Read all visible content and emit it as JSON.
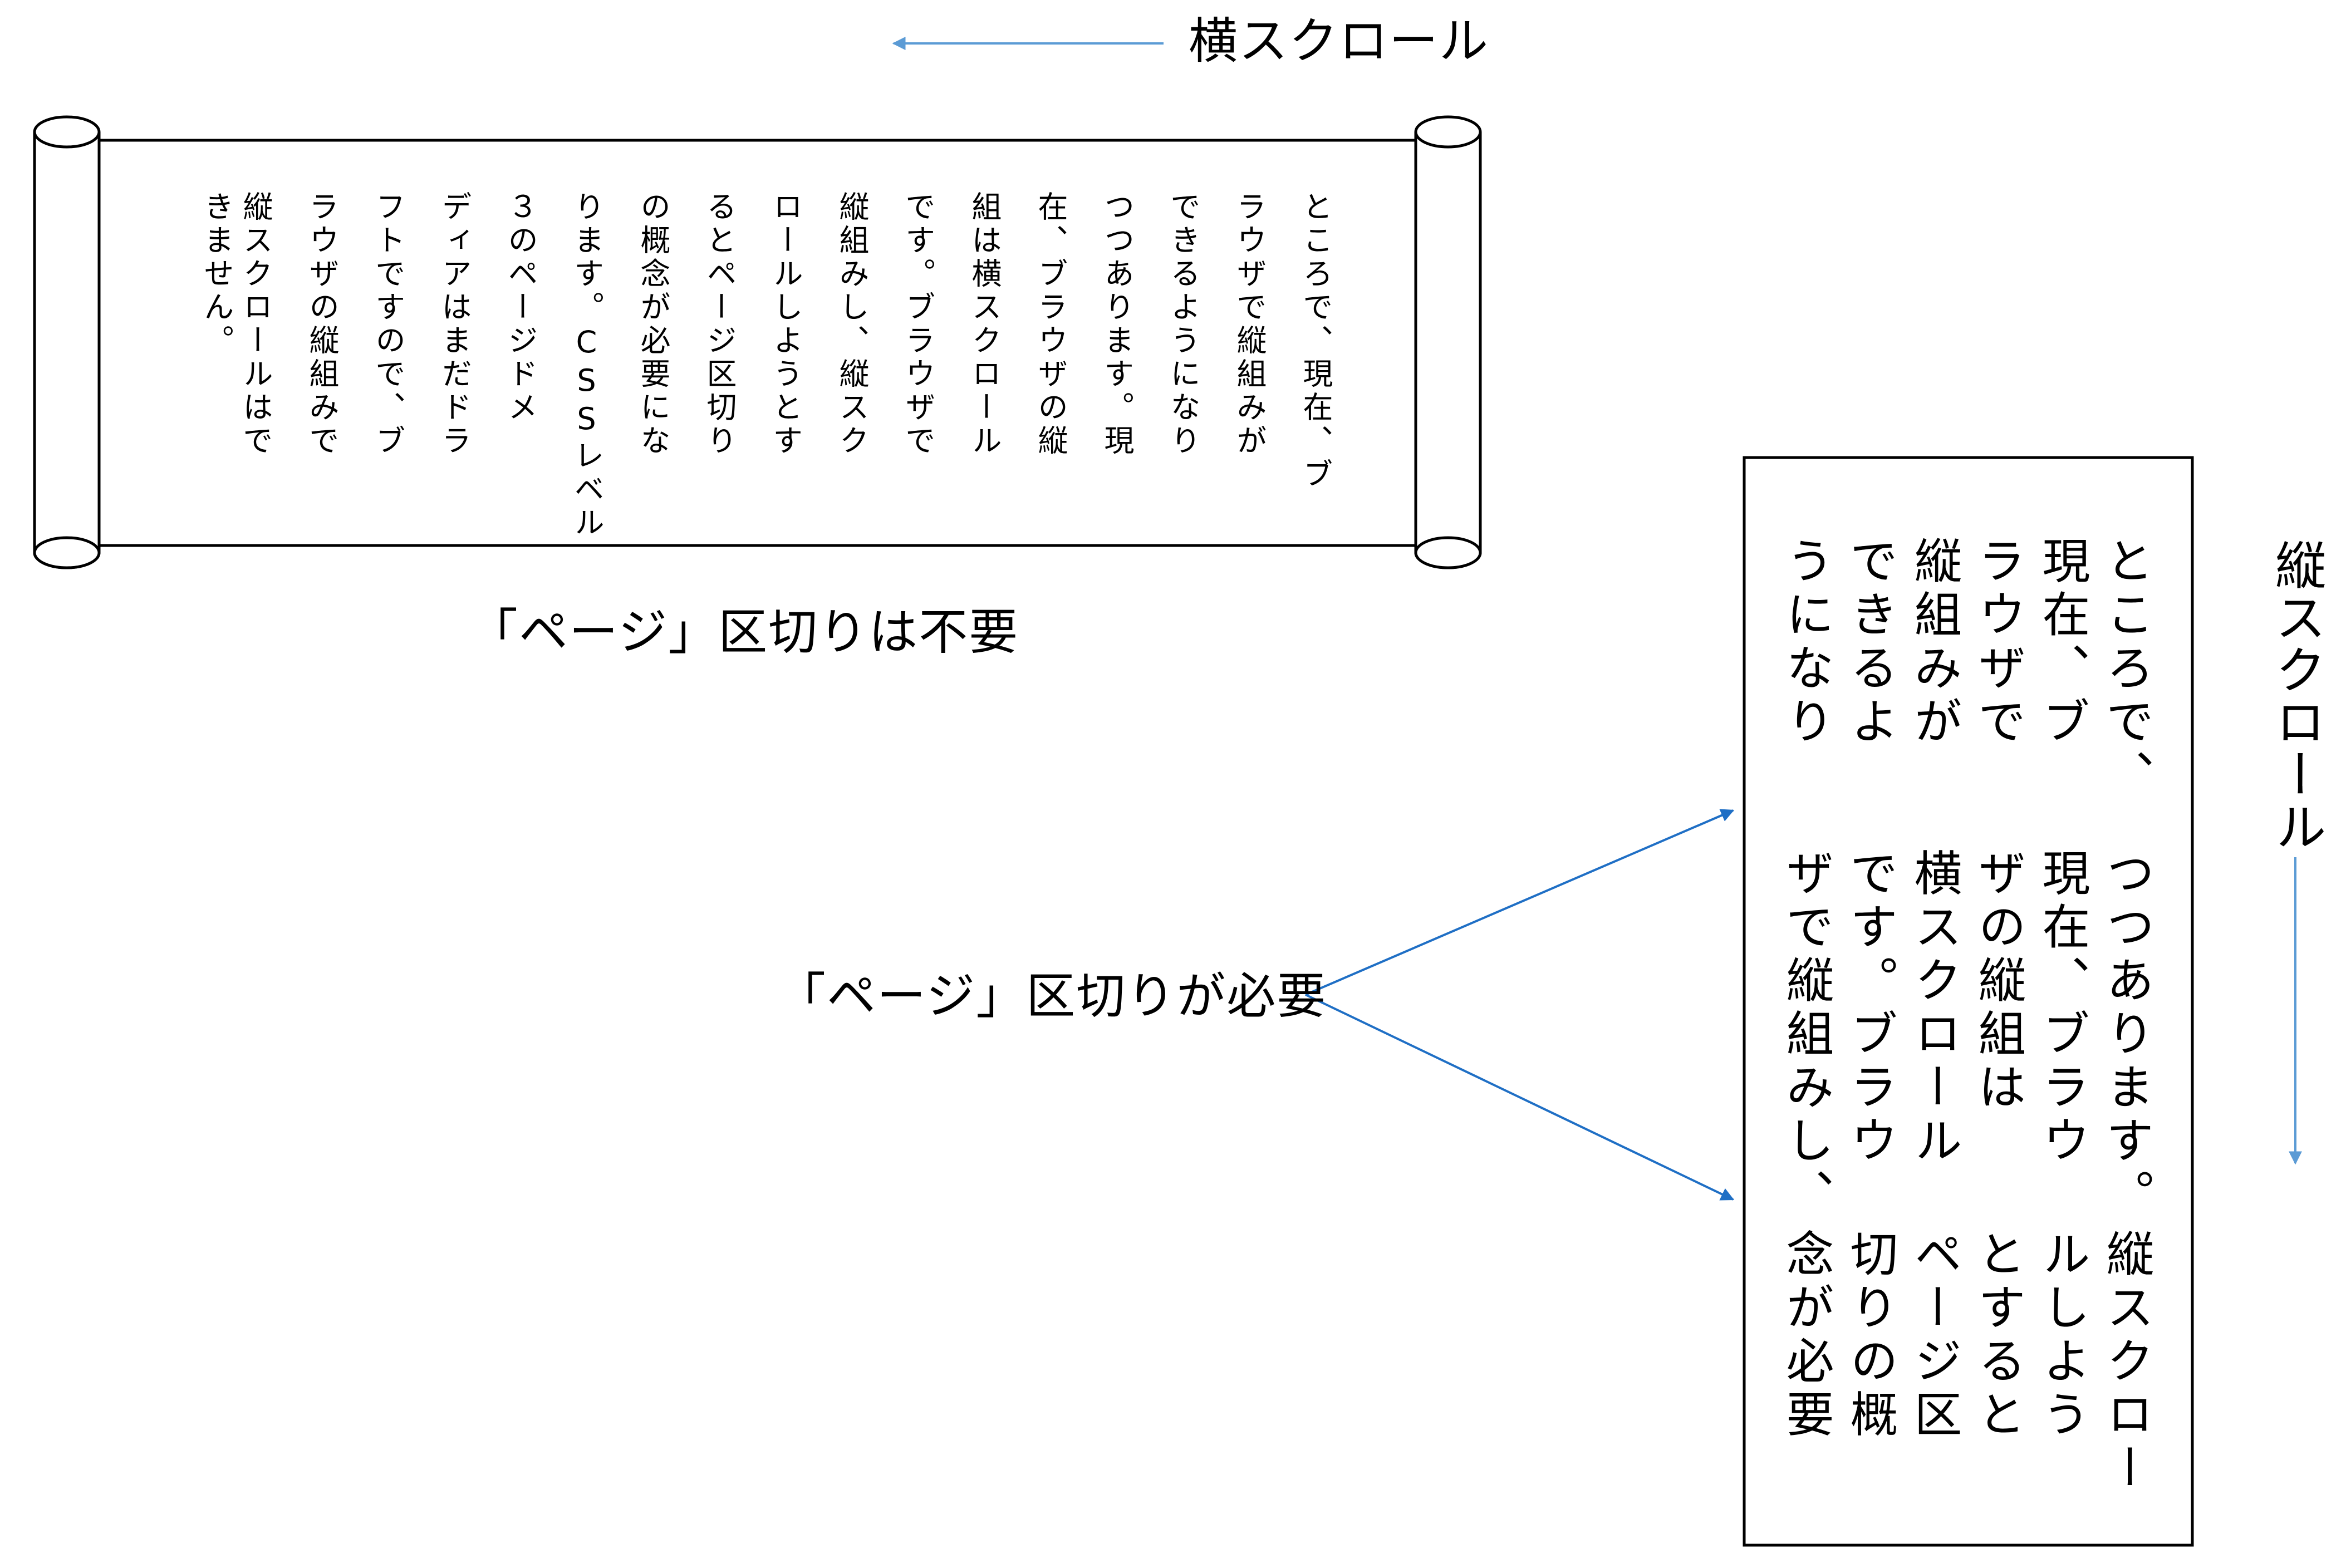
{
  "labels": {
    "horizontal_scroll": "横スクロール",
    "vertical_scroll": "縦スクロール",
    "no_page_break": "「ページ」区切りは不要",
    "page_break_needed": "「ページ」区切りが必要"
  },
  "scroll_text": [
    "ところで、現在、ブ",
    "ラウザで縦組みが",
    "できるようになり",
    "つつあります。現",
    "在、ブラウザの縦",
    "組は横スクロール",
    "です。ブラウザで",
    "縦組みし、縦スク",
    "ロールしようとす",
    "るとページ区切り",
    "の概念が必要にな",
    "ります。CSSレベル",
    "３のページドメ",
    "ディアはまだドラ",
    "フトですので、ブ",
    "ラウザの縦組みで",
    "縦スクロールはで",
    "きません。"
  ],
  "page_text": [
    [
      "ところで、",
      "現在、ブ",
      "ラウザで",
      "縦組みが",
      "できるよ",
      "うになり"
    ],
    [
      "つつあります。",
      "現在、ブラウ",
      "ザの縦組は",
      "横スクロール",
      "です。ブラウ",
      "ザで縦組みし、"
    ],
    [
      "縦スクロー",
      "ルしよう",
      "とすると",
      "ページ区",
      "切りの概",
      "念が必要"
    ]
  ],
  "colors": {
    "arrow_light": "#5b9bd5",
    "arrow_dark": "#1f6fc5",
    "outline": "#000000"
  }
}
